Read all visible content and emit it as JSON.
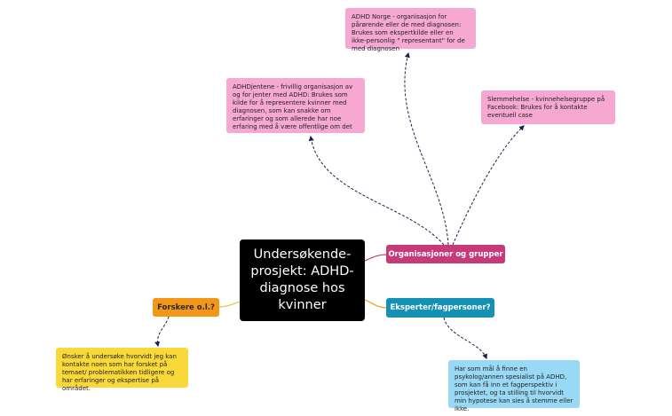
{
  "central": {
    "text": "Undersøkende-prosjekt: ADHD-diagnose hos kvinner"
  },
  "topics": {
    "organisasjoner": "Organisasjoner og grupper",
    "eksperter": "Eksperter/fagpersoner?",
    "forskere": "Forskere o.l.?"
  },
  "notes": {
    "adhd_norge": "ADHD Norge - organisasjon for pårørende eller de med diagnosen: Brukes som ekspertkilde eller en ikke-personlig \" representant\" for de med diagnosen",
    "adhdjentene": "ADHDjentene - frivillig organisasjon av og for jenter med ADHD: Brukes som kilde for å representere kvinner med diagnosen, som kan snakke om erfaringer og som allerede har noe erfaring med å være offentlige om det",
    "slemmehelse": "Slemmehelse - kvinnehelsegruppe på Facebook: Brukes for å kontakte eventuell case",
    "onsker": "Ønsker å undersøke hvorvidt jeg kan kontakte noen som har forsket på temaet/ problematikken tidligere og har erfaringer og ekspertise på området.",
    "har_som_maal": "Har som mål å finne en psykolog/annen spesialist på ADHD, som kan få inn et fagperspektiv i prosjektet, og ta stilling til hvorvidt min hypotese kan sies å stemme eller ikke."
  },
  "colors": {
    "central": "#000000",
    "organisasjoner": "#c8397a",
    "eksperter": "#1591b6",
    "forskere": "#f29718",
    "pink_note": "#f6a8d2",
    "yellow_note": "#f9d93a",
    "blue_note": "#9ad9f5",
    "dashed_connector": "#1e1e4a"
  }
}
